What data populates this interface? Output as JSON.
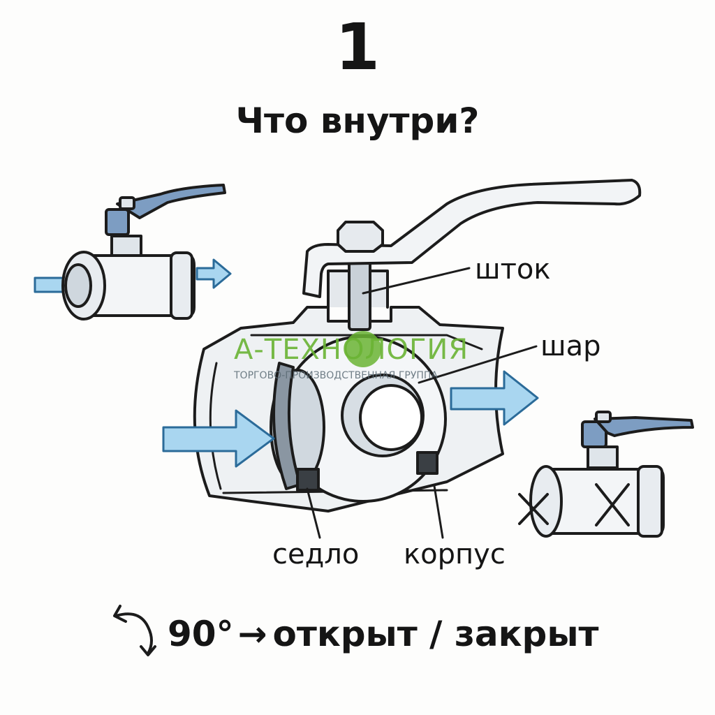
{
  "header": {
    "step_number": "1",
    "title": "Что внутри?"
  },
  "labels": {
    "stem": "шток",
    "ball": "шар",
    "seat": "седло",
    "body": "корпус"
  },
  "watermark": {
    "title": "А-ТЕХНОЛОГИЯ",
    "subtitle": "ТОРГОВО-ПРОИЗВОДСТВЕННАЯ ГРУППА"
  },
  "footer": {
    "angle": "90°",
    "arrow": "→",
    "state_text": "открыт / закрыт"
  },
  "icons": {
    "rotation": "rotate-arrow-icon",
    "flow": "flow-arrow-icon",
    "blocked": "cross-icon"
  },
  "colors": {
    "flow_arrow": "#a9d6f0",
    "handle": "#7d9dc2",
    "watermark_green": "#6ab434",
    "metal": "#e6eaee"
  }
}
